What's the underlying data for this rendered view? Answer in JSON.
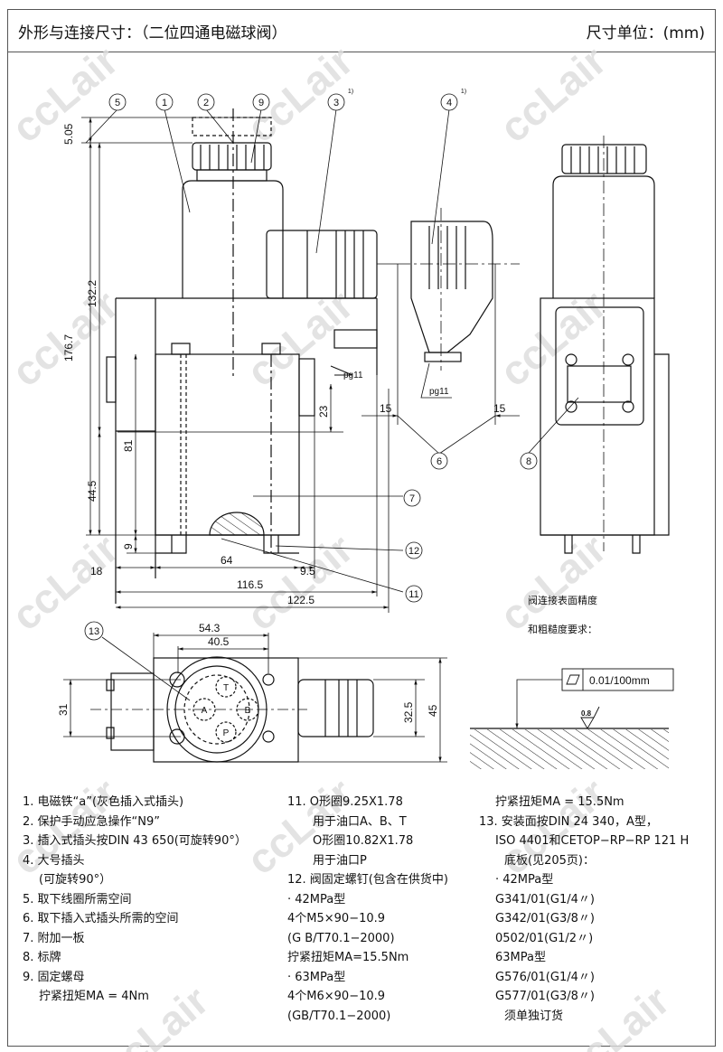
{
  "header": {
    "title": "外形与连接尺寸：（二位四通电磁球阀）",
    "unit": "尺寸单位：(mm)"
  },
  "watermark": "ccLair",
  "drawing": {
    "callouts": [
      "5",
      "1",
      "2",
      "9",
      "3",
      "4",
      "6",
      "7",
      "8",
      "11",
      "12",
      "13"
    ],
    "callout_note": "1)",
    "dims": {
      "d505": "5.05",
      "d1767": "176.7",
      "d1322": "132.2",
      "d445": "44.5",
      "d81": "81",
      "d9": "9",
      "d23": "23",
      "d18": "18",
      "d64": "64",
      "d95": "9.5",
      "d1165": "116.5",
      "d1225": "122.5",
      "d15a": "15",
      "d15b": "15",
      "d543": "54.3",
      "d405": "40.5",
      "d31": "31",
      "d325": "32.5",
      "d45": "45",
      "pg11a": "pg11",
      "pg11b": "pg11"
    },
    "ports": [
      "T",
      "A",
      "B",
      "P"
    ],
    "surface_title_1": "阀连接表面精度",
    "surface_title_2": "和粗糙度要求：",
    "flatness": "0.01/100mm",
    "roughness": "0.8"
  },
  "notes": {
    "col1": [
      "1.  电磁铁“a”(灰色插入式插头)",
      "2.  保护手动应急操作“N9”",
      "3.  插入式插头按DIN 43 650(可旋转90°）",
      "4.  大号插头",
      "(可旋转90°）",
      "5.  取下线圈所需空间",
      "6.  取下插入式插头所需的空间",
      "7.  附加一板",
      "8.  标牌",
      "9.  固定螺母",
      "拧紧扭矩MA = 4Nm"
    ],
    "col2": [
      "11.  O形圈9.25X1.78",
      "用于油口A、B、T",
      "O形圈10.82X1.78",
      "用于油口P",
      "12.  阀固定螺钉(包含在供货中)",
      "· 42MPa型",
      "4个M5×90−10.9",
      "(G B/T70.1−2000)",
      "拧紧扭矩MA=15.5Nm",
      "· 63MPa型",
      "4个M6×90−10.9",
      "(GB/T70.1−2000)"
    ],
    "col3": [
      "拧紧扭矩MA = 15.5Nm",
      "13.  安装面按DIN 24 340，A型，",
      "ISO 4401和CETOP−RP−RP 121 H",
      "底板(见205页)：",
      "· 42MPa型",
      "G341/01(G1/4〃)",
      "G342/01(G3/8〃)",
      "0502/01(G1/2〃)",
      "63MPa型",
      "G576/01(G1/4〃)",
      "G577/01(G3/8〃)",
      "须单独订货"
    ]
  }
}
